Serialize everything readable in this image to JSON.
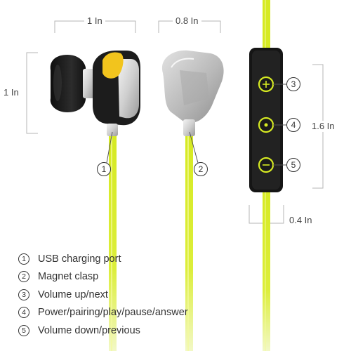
{
  "dimensions": {
    "earbud_width": "1 In",
    "earbud_height": "1 In",
    "cap_width": "0.8 In",
    "remote_height": "1.6 In",
    "remote_width": "0.4 In"
  },
  "callouts": [
    "1",
    "2",
    "3",
    "4",
    "5"
  ],
  "legend": [
    {
      "num": "1",
      "label": "USB charging port"
    },
    {
      "num": "2",
      "label": "Magnet clasp"
    },
    {
      "num": "3",
      "label": "Volume up/next"
    },
    {
      "num": "4",
      "label": "Power/pairing/play/pause/answer"
    },
    {
      "num": "5",
      "label": "Volume down/previous"
    }
  ],
  "colors": {
    "cable": "#d8ec28",
    "cable_light": "#eef6b0",
    "accent_yellow": "#f2c41d",
    "shell_dark": "#1c1c1c",
    "cap_silver": "#c9c9c9"
  }
}
